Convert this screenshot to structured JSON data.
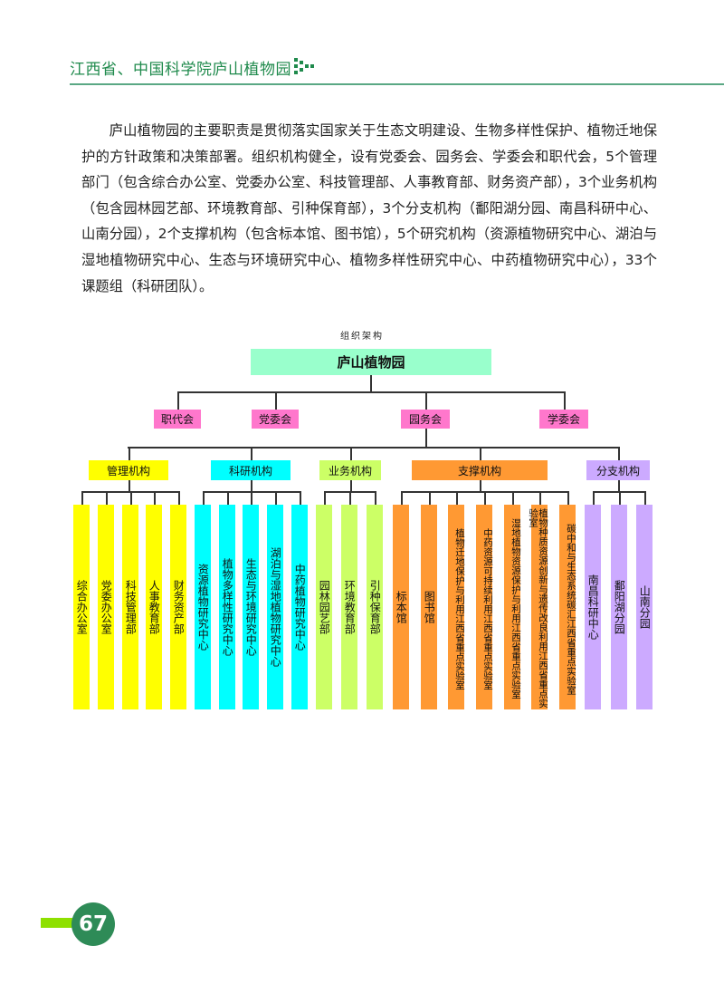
{
  "header": {
    "title": "江西省、中国科学院庐山植物园"
  },
  "body": {
    "paragraph": "庐山植物园的主要职责是贯彻落实国家关于生态文明建设、生物多样性保护、植物迁地保护的方针政策和决策部署。组织机构健全，设有党委会、园务会、学委会和职代会，5个管理部门（包含综合办公室、党委办公室、科技管理部、人事教育部、财务资产部），3个业务机构（包含园林园艺部、环境教育部、引种保育部），3个分支机构（鄱阳湖分园、南昌科研中心、山南分园），2个支撑机构（包含标本馆、图书馆），5个研究机构（资源植物研究中心、湖泊与湿地植物研究中心、生态与环境研究中心、植物多样性研究中心、中药植物研究中心），33个课题组（科研团队）。"
  },
  "org_chart": {
    "title": "组织架构",
    "root": "庐山植物园",
    "councils": [
      "职代会",
      "党委会",
      "园务会",
      "学委会"
    ],
    "groups": [
      {
        "name": "管理机构",
        "color": "#ffff00",
        "children": [
          "综合办公室",
          "党委办公室",
          "科技管理部",
          "人事教育部",
          "财务资产部"
        ]
      },
      {
        "name": "科研机构",
        "color": "#00ffff",
        "children": [
          "资源植物研究中心",
          "植物多样性研究中心",
          "生态与环境研究中心",
          "湖泊与湿地植物研究中心",
          "中药植物研究中心"
        ]
      },
      {
        "name": "业务机构",
        "color": "#ccff66",
        "children": [
          "园林园艺部",
          "环境教育部",
          "引种保育部"
        ]
      },
      {
        "name": "支撑机构",
        "color": "#ff9933",
        "children": [
          "标本馆",
          "图书馆",
          "植物迁地保护与利用江西省重点实验室",
          "中药资源可持续利用江西省重点实验室",
          "湿地植物资源保护与利用江西省重点实验室",
          "植物种质资源创新与遗传改良利用江西省重点实验室",
          "碳中和与生态系统碳汇江西省重点实验室"
        ]
      },
      {
        "name": "分支机构",
        "color": "#ccaaff",
        "children": [
          "南昌科研中心",
          "鄱阳湖分园",
          "山南分园"
        ]
      }
    ]
  },
  "footer": {
    "page_number": "67"
  }
}
